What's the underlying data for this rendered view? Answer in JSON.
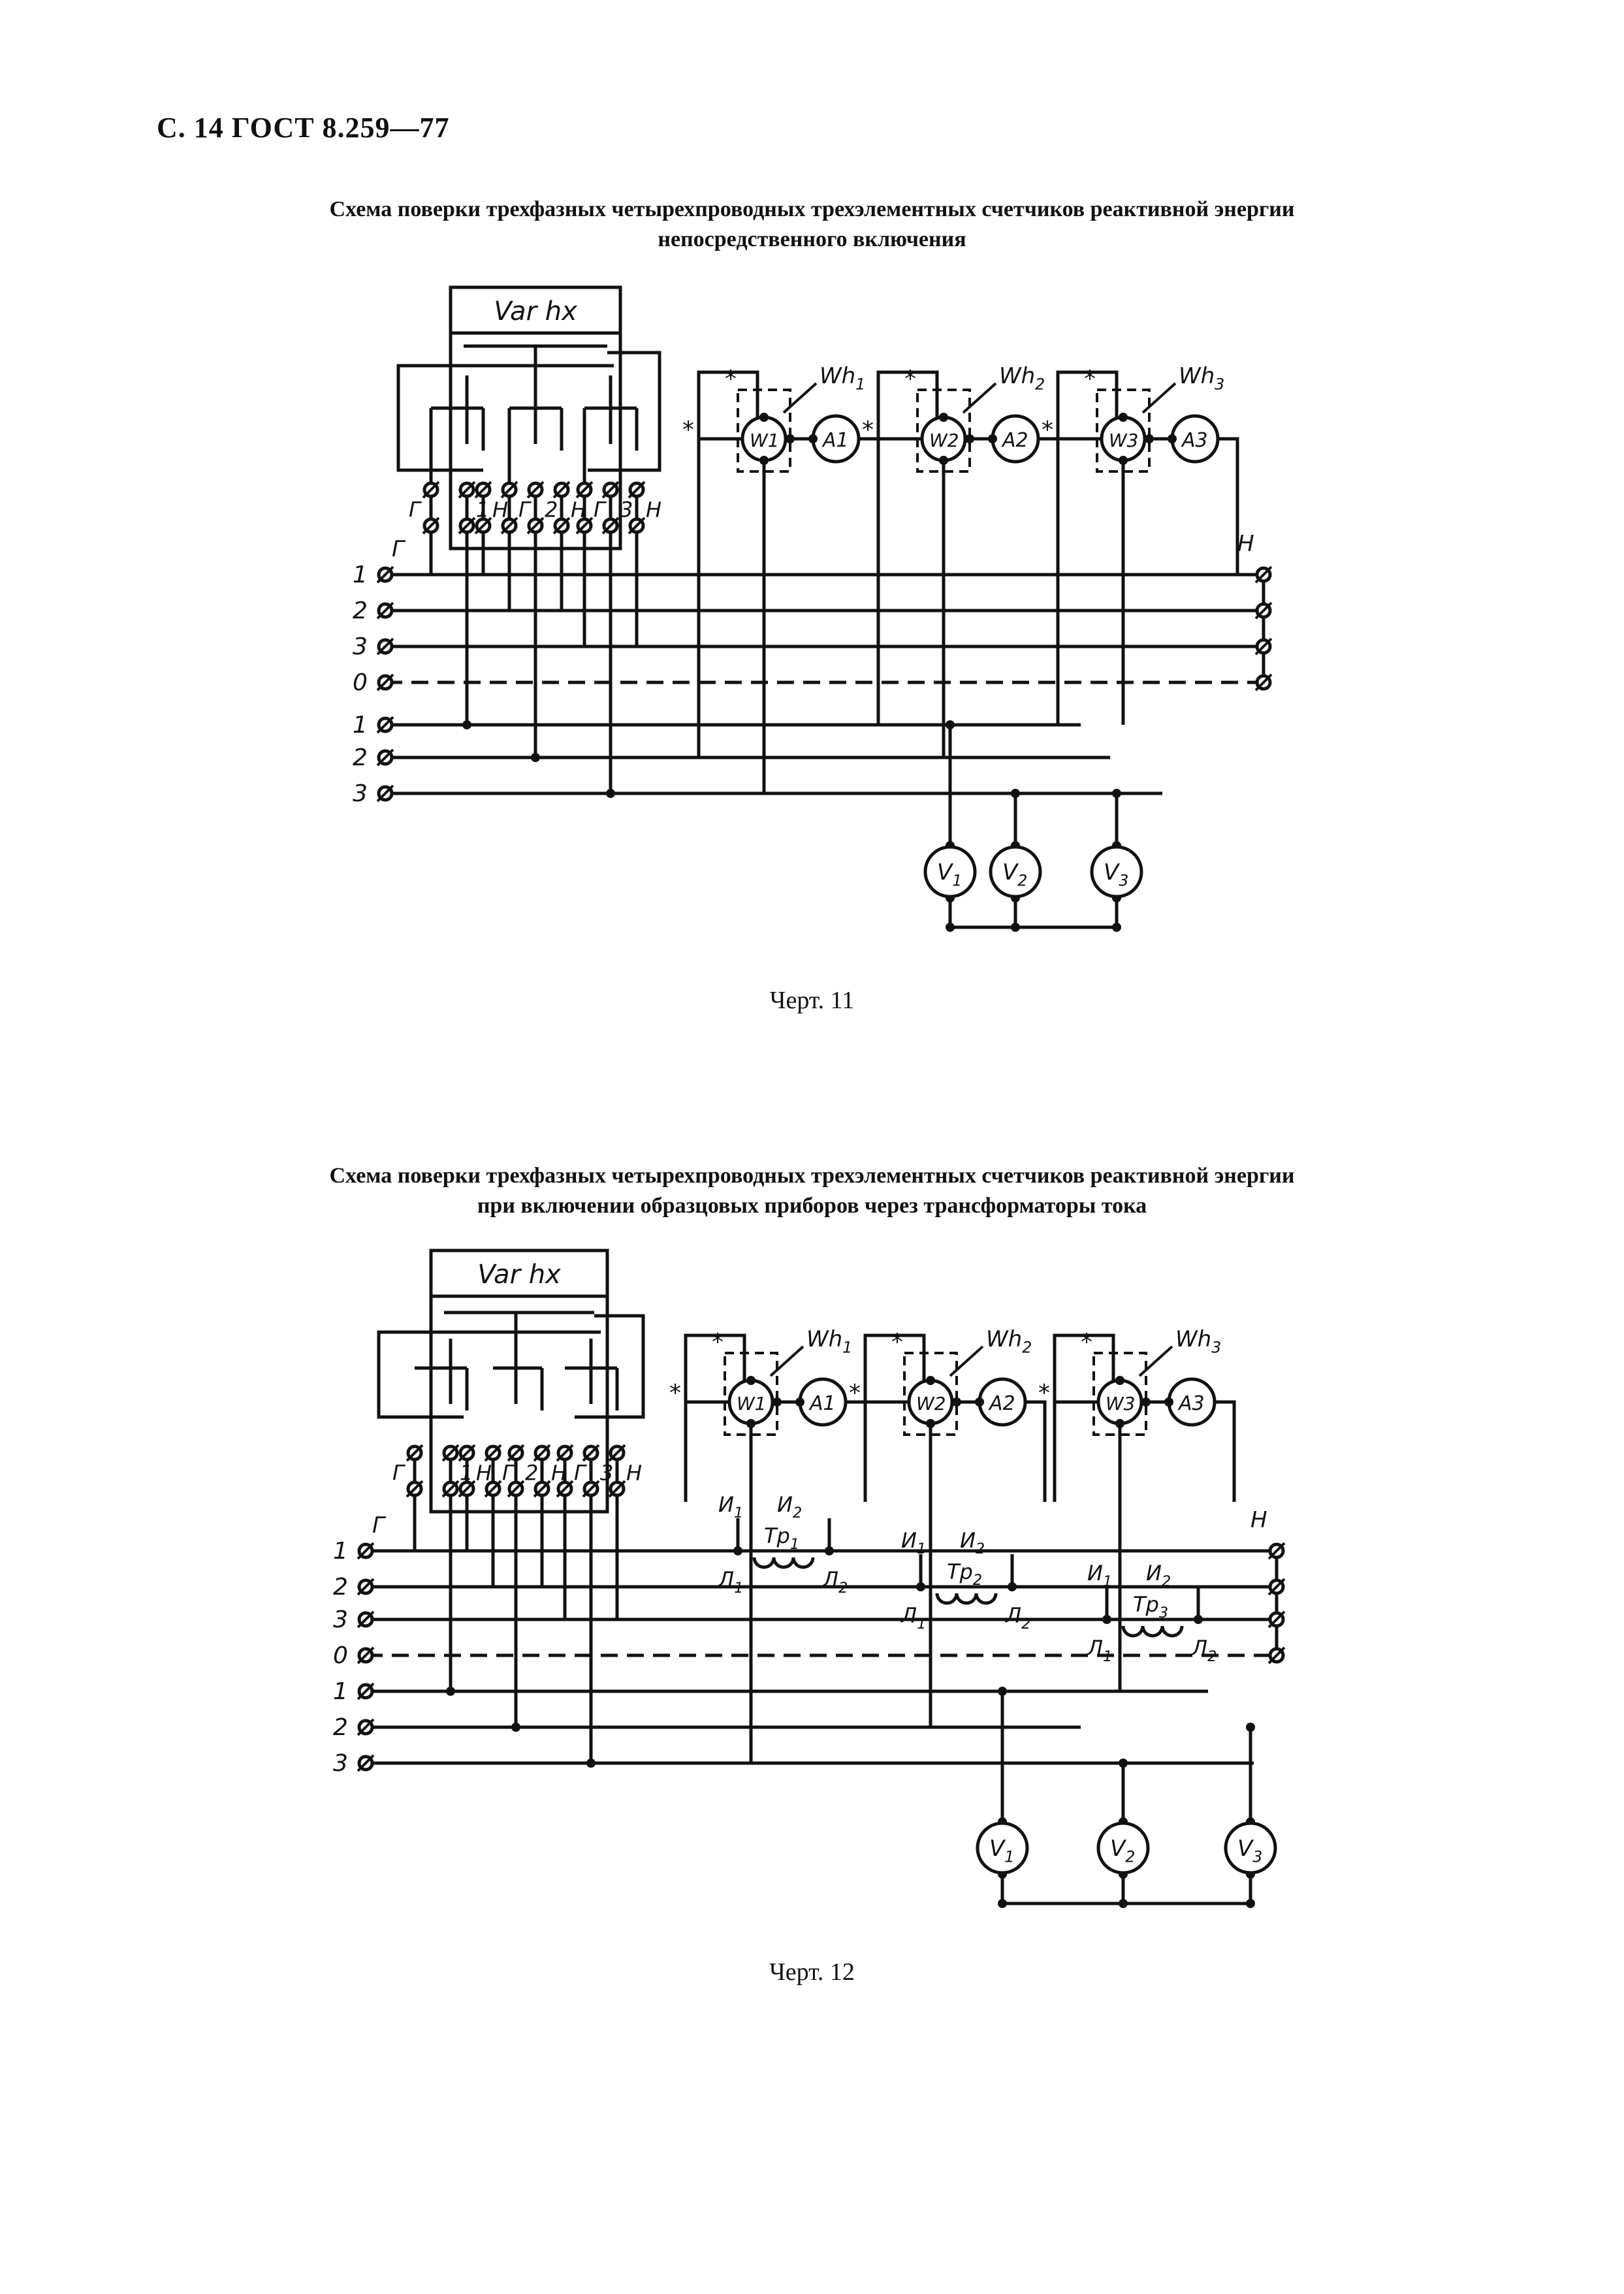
{
  "header": "С. 14 ГОСТ 8.259—77",
  "figure1": {
    "title_line1": "Схема поверки трехфазных четырехпроводных трехэлементных счетчиков реактивной энергии",
    "title_line2": "непосредственного включения",
    "caption": "Черт. 11",
    "reference_meter": "Var hx",
    "meters": [
      {
        "label": "Wh1",
        "wattmeter": "W1",
        "ammeter": "A1"
      },
      {
        "label": "Wh2",
        "wattmeter": "W2",
        "ammeter": "A2"
      },
      {
        "label": "Wh3",
        "wattmeter": "W3",
        "ammeter": "A3"
      }
    ],
    "voltmeters": [
      "V1",
      "V2",
      "V3"
    ],
    "terminal_labels": [
      "Г",
      "1",
      "Н",
      "Г",
      "2",
      "Н",
      "Г",
      "3",
      "Н"
    ],
    "generator_label": "Г",
    "neutral_label": "Н",
    "current_lines": [
      "1",
      "2",
      "3",
      "0"
    ],
    "voltage_lines": [
      "1",
      "2",
      "3"
    ],
    "star": "*"
  },
  "figure2": {
    "title_line1": "Схема поверки трехфазных четырехпроводных трехэлементных счетчиков реактивной энергии",
    "title_line2": "при включении образцовых приборов через трансформаторы тока",
    "caption": "Черт. 12",
    "reference_meter": "Var hx",
    "meters": [
      {
        "label": "Wh1",
        "wattmeter": "W1",
        "ammeter": "A1"
      },
      {
        "label": "Wh2",
        "wattmeter": "W2",
        "ammeter": "A2"
      },
      {
        "label": "Wh3",
        "wattmeter": "W3",
        "ammeter": "A3"
      }
    ],
    "transformers": [
      {
        "label": "Тр1",
        "i1": "И1",
        "i2": "И2",
        "l1": "Л1",
        "l2": "Л2"
      },
      {
        "label": "Тр2",
        "i1": "И1",
        "i2": "И2",
        "l1": "Л1",
        "l2": "Л2"
      },
      {
        "label": "Тр3",
        "i1": "И1",
        "i2": "И2",
        "l1": "Л1",
        "l2": "Л2"
      }
    ],
    "voltmeters": [
      "V1",
      "V2",
      "V3"
    ],
    "terminal_labels": [
      "Г",
      "1",
      "Н",
      "Г",
      "2",
      "Н",
      "Г",
      "3",
      "Н"
    ],
    "generator_label": "Г",
    "neutral_label": "Н",
    "current_lines": [
      "1",
      "2",
      "3",
      "0"
    ],
    "voltage_lines": [
      "1",
      "2",
      "3"
    ],
    "star": "*"
  }
}
